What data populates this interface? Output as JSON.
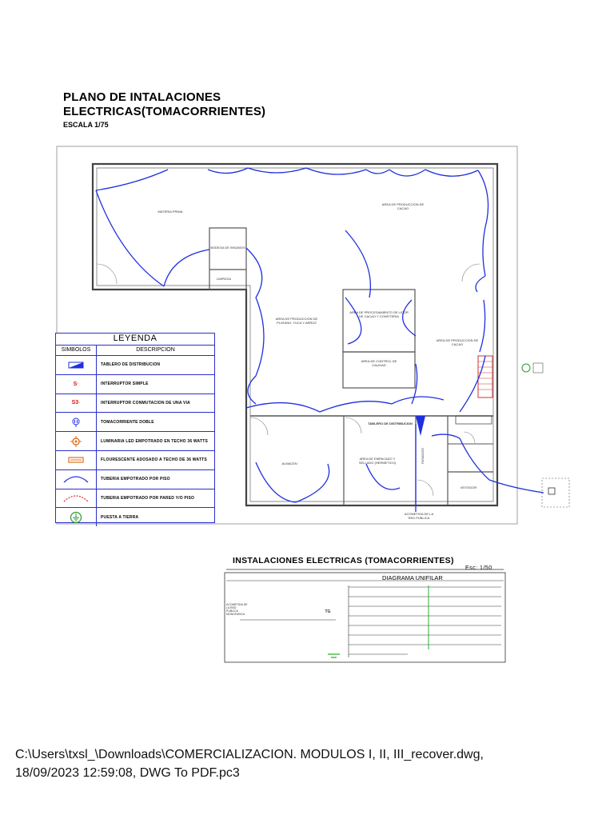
{
  "header": {
    "title_line1": "PLANO DE INTALACIONES",
    "title_line2": "ELECTRICAS(TOMACORRIENTES)",
    "scale": "ESCALA 1/75"
  },
  "rooms": {
    "materia_prima": "MATERIA PRIMA",
    "bodega": "BODEGA DE INSUMOS",
    "limpieza": "LIMPIEZA",
    "produccion_platano": "AREA DE PRODUCCION DE PLATANO, YUCA Y ARROZ",
    "produccion_cacao_top": "AREA DE PRODUCCION DE CACAO",
    "procesamiento": "AREA DE PROCESAMIENTO DE LICOR DE CACAO Y CONFITERIA",
    "produccion_cacao_right": "AREA DE PRODUCCION DE CACAO",
    "control_calidad": "AREA DE CONTROL DE CALIDAD",
    "almacen": "ALMACEN",
    "empacado": "AREA DE EMPACADO Y SELLADO (HERMETICO)",
    "vestidor": "VESTIDOR",
    "pasadizo": "PASADIZO",
    "acometida": "ACOMETIDA DE LA RED PUBLICA",
    "tablero_label": "TABLERO DE DISTRIBUCION"
  },
  "legend": {
    "title": "LEYENDA",
    "col_symbols": "SIMBOLOS",
    "col_description": "DESCRIPCION",
    "rows": [
      {
        "symbol": "",
        "desc": "TABLERO DE DISTRIBUCION"
      },
      {
        "symbol": "S",
        "desc": "INTERRUPTOR SIMPLE"
      },
      {
        "symbol": "S3",
        "desc": "INTERRUPTOR CONMUTACION DE UNA VIA"
      },
      {
        "symbol": "",
        "desc": "TOMACORRIENTE DOBLE"
      },
      {
        "symbol": "",
        "desc": "LUMINARIA LED EMPOTRADO EN TECHO 36 WATTS"
      },
      {
        "symbol": "",
        "desc": "FLOURESCENTE ADOSADO A TECHO DE 36 WATTS"
      },
      {
        "symbol": "",
        "desc": "TUBERIA EMPOTRADO POR PISO"
      },
      {
        "symbol": "",
        "desc": "TUBERIA EMPOTRADO POR PARED Y/O PISO"
      },
      {
        "symbol": "",
        "desc": "PUESTA A TIERRA"
      }
    ]
  },
  "installations": {
    "title": "INSTALACIONES ELECTRICAS (TOMACORRIENTES)",
    "scale": "Esc: 1/50",
    "diagram_title": "DIAGRAMA UNIFILAR",
    "acometida": "ACOMETIDA DE LA RED PUBLICA MONOFASICA",
    "tg": "TG"
  },
  "footer": {
    "line1": "C:\\Users\\txsl_\\Downloads\\COMERCIALIZACION. MODULOS I, II, III_recover.dwg,",
    "line2": "18/09/2023 12:59:08, DWG To PDF.pc3"
  },
  "colors": {
    "circuit": "#1f2fe0",
    "wall": "#444444",
    "legend_border": "#2a2fc7",
    "ground": "#2a9a2a"
  }
}
